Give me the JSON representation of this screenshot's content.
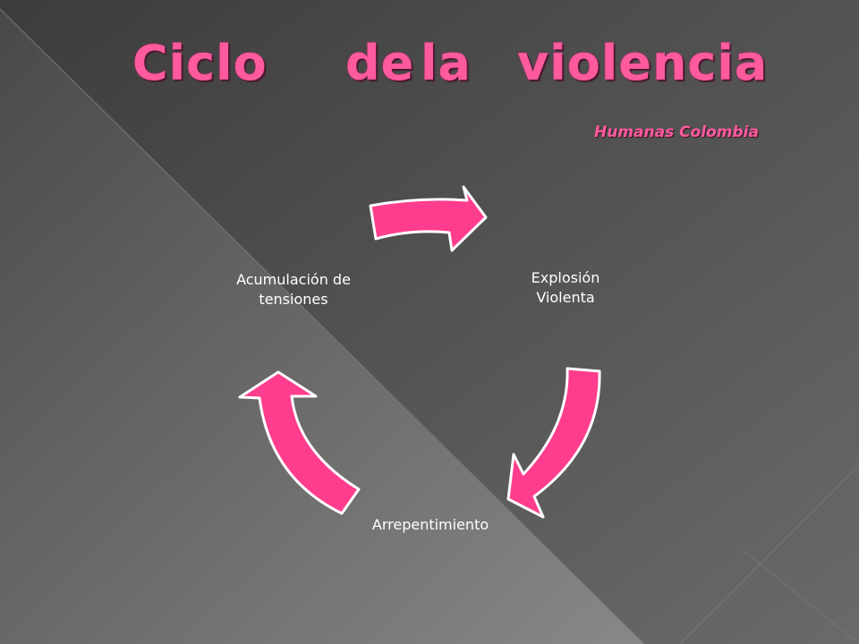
{
  "slide": {
    "title_words": [
      "Ciclo",
      "de",
      "la",
      "violencia"
    ],
    "subtitle": "Humanas Colombia"
  },
  "diagram": {
    "nodes": [
      {
        "id": "explosion",
        "lines": [
          "Explosión",
          "Violenta"
        ]
      },
      {
        "id": "arrepentimiento",
        "lines": [
          "Arrepentimiento"
        ]
      },
      {
        "id": "acumulacion",
        "lines": [
          "Acumulación de",
          "tensiones"
        ]
      }
    ],
    "arrow_color": "#ff3d8e",
    "arrow_outline": "#ffffff",
    "cycle_direction": "clockwise"
  },
  "colors": {
    "title": "#ff5a9e",
    "background_dark": "#3c3c3c",
    "background_light": "#8a8a8a",
    "label_text": "#ffffff"
  }
}
